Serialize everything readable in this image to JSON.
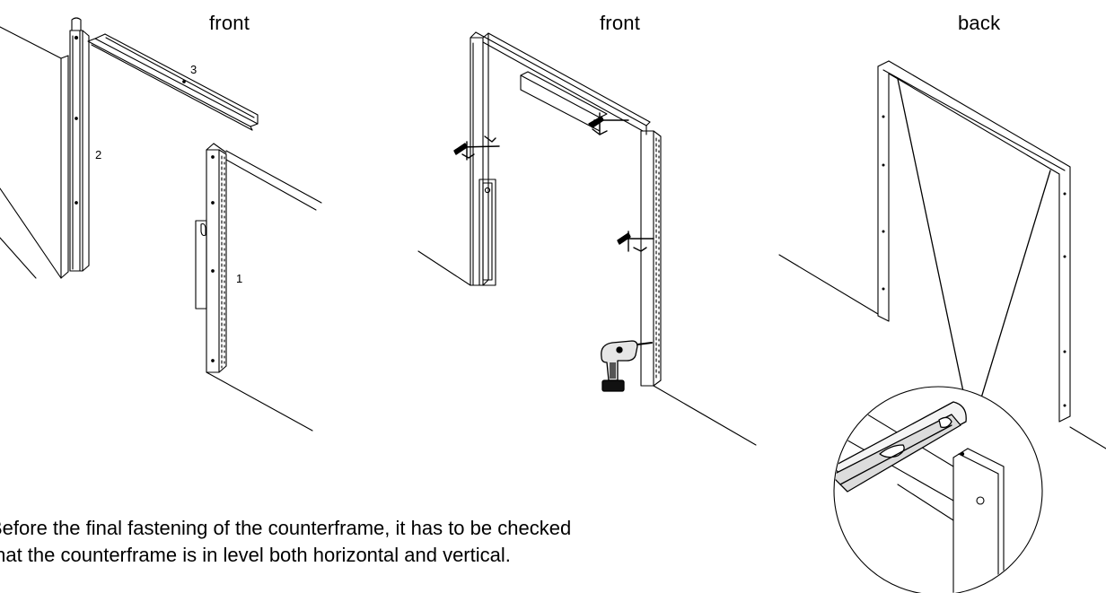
{
  "captions": {
    "left": "front",
    "middle": "front",
    "right": "back"
  },
  "part_numbers": {
    "p1": "1",
    "p2": "2",
    "p3": "3"
  },
  "instruction": {
    "line1": "Before the final fastening of the counterframe, it has to be checked",
    "line2": "that the counterframe is in level both horizontal and vertical."
  },
  "icons": [
    "drill-icon",
    "clamp-icon",
    "spirit-level-icon",
    "arrow-icon"
  ]
}
